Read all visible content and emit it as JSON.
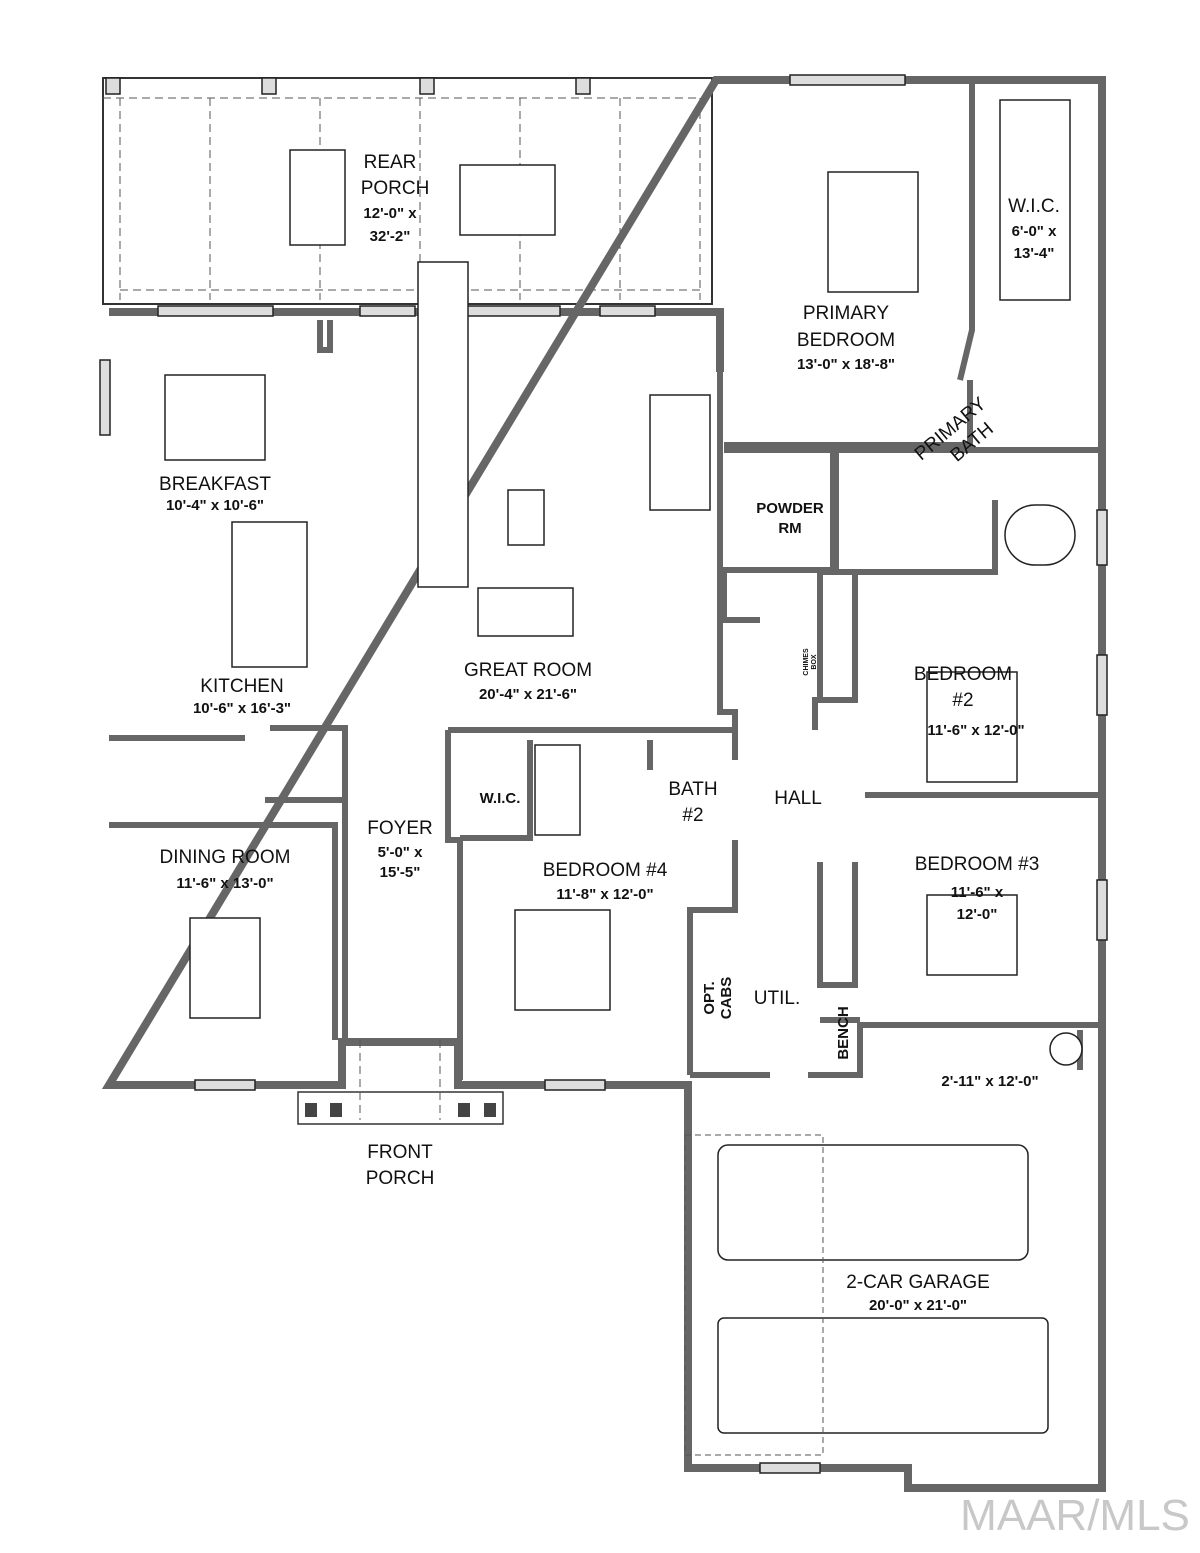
{
  "rooms": {
    "rear_porch": {
      "name1": "REAR",
      "name2": "PORCH",
      "dim1": "12'-0\" x",
      "dim2": "32'-2\""
    },
    "primary_bedroom": {
      "name1": "PRIMARY",
      "name2": "BEDROOM",
      "dim": "13'-0\" x 18'-8\""
    },
    "primary_wic": {
      "name": "W.I.C.",
      "dim1": "6'-0\" x",
      "dim2": "13'-4\""
    },
    "primary_bath": {
      "name1": "PRIMARY",
      "name2": "BATH"
    },
    "breakfast": {
      "name": "BREAKFAST",
      "dim": "10'-4\" x 10'-6\""
    },
    "powder_rm": {
      "name1": "POWDER",
      "name2": "RM"
    },
    "kitchen": {
      "name": "KITCHEN",
      "dim": "10'-6\" x 16'-3\""
    },
    "great_room": {
      "name": "GREAT ROOM",
      "dim": "20'-4\" x 21'-6\""
    },
    "bedroom2": {
      "name1": "BEDROOM",
      "name2": "#2",
      "dim": "11'-6\" x 12'-0\""
    },
    "wic": {
      "name": "W.I.C."
    },
    "bath2": {
      "name1": "BATH",
      "name2": "#2"
    },
    "hall": {
      "name": "HALL"
    },
    "foyer": {
      "name": "FOYER",
      "dim1": "5'-0\" x",
      "dim2": "15'-5\""
    },
    "dining_room": {
      "name": "DINING ROOM",
      "dim": "11'-6\" x 13'-0\""
    },
    "bedroom4": {
      "name": "BEDROOM #4",
      "dim": "11'-8\" x 12'-0\""
    },
    "bedroom3": {
      "name": "BEDROOM #3",
      "dim1": "11'-6\" x",
      "dim2": "12'-0\""
    },
    "util": {
      "name": "UTIL."
    },
    "opt_cabs": {
      "name1": "OPT.",
      "name2": "CABS"
    },
    "bench": {
      "name": "BENCH"
    },
    "storage": {
      "dim": "2'-11\" x 12'-0\""
    },
    "front_porch": {
      "name1": "FRONT",
      "name2": "PORCH"
    },
    "garage": {
      "name": "2-CAR GARAGE",
      "dim": "20'-0\" x 21'-0\""
    }
  },
  "chimes": {
    "label": "CHIMES",
    "sub": "BOX"
  },
  "watermark": "MAAR/MLS"
}
